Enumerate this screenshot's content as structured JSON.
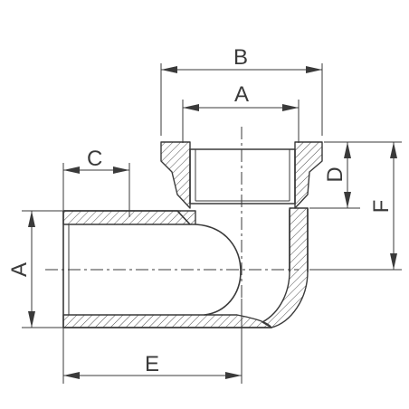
{
  "diagram": {
    "labels": {
      "top_outer_width": "B",
      "top_thread_diameter": "A",
      "side_thread_length": "C",
      "top_thread_depth": "D",
      "side_thread_diameter": "A",
      "side_face_to_center": "E",
      "top_face_to_center": "F"
    }
  }
}
